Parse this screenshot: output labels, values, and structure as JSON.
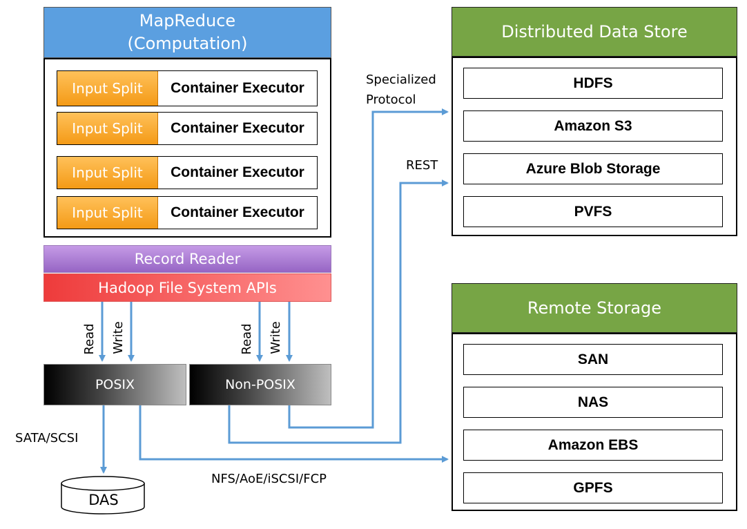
{
  "mapreduce": {
    "title_line1": "MapReduce",
    "title_line2": "(Computation)",
    "rows": [
      {
        "split": "Input Split",
        "executor": "Container Executor"
      },
      {
        "split": "Input Split",
        "executor": "Container Executor"
      },
      {
        "split": "Input Split",
        "executor": "Container Executor"
      },
      {
        "split": "Input Split",
        "executor": "Container Executor"
      }
    ]
  },
  "record_reader": "Record Reader",
  "hadoop_fs_apis": "Hadoop File System APIs",
  "io_labels": {
    "read": "Read",
    "write": "Write"
  },
  "posix": "POSIX",
  "non_posix": "Non-POSIX",
  "das": "DAS",
  "connections": {
    "sata_scsi": "SATA/SCSI",
    "nfs": "NFS/AoE/iSCSI/FCP",
    "specialized_line1": "Specialized",
    "specialized_line2": "Protocol",
    "rest": "REST"
  },
  "distributed_store": {
    "title": "Distributed Data Store",
    "items": [
      "HDFS",
      "Amazon S3",
      "Azure Blob Storage",
      "PVFS"
    ]
  },
  "remote_storage": {
    "title": "Remote Storage",
    "items": [
      "SAN",
      "NAS",
      "Amazon EBS",
      "GPFS"
    ]
  },
  "colors": {
    "mapreduce_header": "#5b9fe0",
    "store_header": "#77a545",
    "input_split": "#f49a16",
    "record_reader": "#9665c4",
    "hadoop_fs": "#ee3b3b",
    "connector": "#5b9bd5"
  }
}
